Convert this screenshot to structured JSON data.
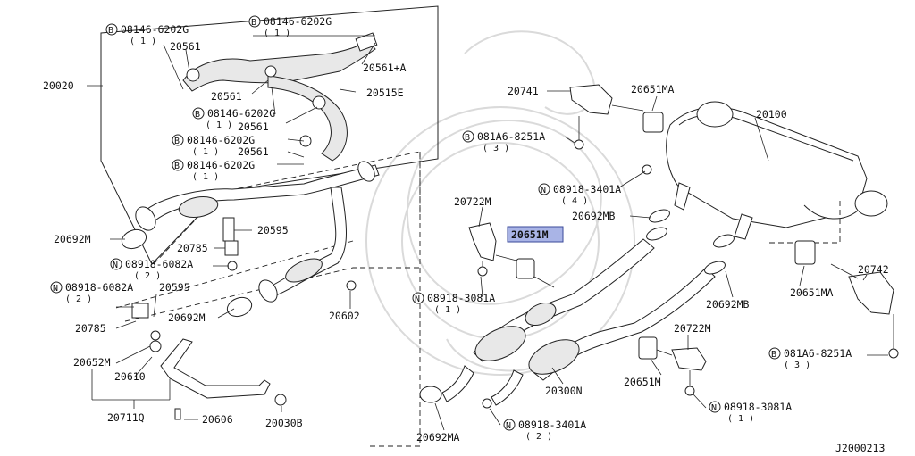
{
  "diagram_code": "J2000213",
  "highlighted_part": "20651M",
  "labels": {
    "l20020": "20020",
    "b08146_6202g_a": "08146-6202G",
    "q1_a": "( 1 )",
    "l20561_a": "20561",
    "b08146_6202g_b": "08146-6202G",
    "q1_b": "( 1 )",
    "l20561A": "20561+A",
    "l20515E": "20515E",
    "l20561_b": "20561",
    "b08146_6202g_c": "08146-6202G",
    "q1_c": "( 1 )",
    "l20561_c": "20561",
    "b08146_6202g_d": "08146-6202G",
    "q1_d": "( 1 )",
    "l20561_d": "20561",
    "b08146_6202g_e": "08146-6202G",
    "q1_e": "( 1 )",
    "l20692M_a": "20692M",
    "l20595_a": "20595",
    "l20785_a": "20785",
    "n08918_6082a_a": "08918-6082A",
    "q2_a": "( 2 )",
    "n08918_6082a_b": "08918-6082A",
    "q2_b": "( 2 )",
    "l20595_b": "20595",
    "l20692M_b": "20692M",
    "l20602": "20602",
    "l20785_b": "20785",
    "l20652M": "20652M",
    "l20610": "20610",
    "l20711Q": "20711Q",
    "l20606": "20606",
    "l20030B": "20030B",
    "l20741": "20741",
    "l20651MA_a": "20651MA",
    "l20100": "20100",
    "b081a6_8251a_a": "081A6-8251A",
    "q3_a": "( 3 )",
    "n08918_3401a_a": "08918-3401A",
    "q4_a": "( 4 )",
    "l20722M_a": "20722M",
    "l20692MB_a": "20692MB",
    "l20651M_hl": "20651M",
    "n08918_3081a_a": "08918-3081A",
    "q1_f": "( 1 )",
    "l20651MA_b": "20651MA",
    "l20742": "20742",
    "l20692MB_b": "20692MB",
    "l20722M_b": "20722M",
    "b081a6_8251a_b": "081A6-8251A",
    "q3_b": "( 3 )",
    "l20300N": "20300N",
    "l20651M": "20651M",
    "n08918_3081a_b": "08918-3081A",
    "q1_g": "( 1 )",
    "n08918_3401a_b": "08918-3401A",
    "q2_c": "( 2 )",
    "l20692MA": "20692MA"
  },
  "prefix": {
    "bolt": "B",
    "nut": "N"
  }
}
